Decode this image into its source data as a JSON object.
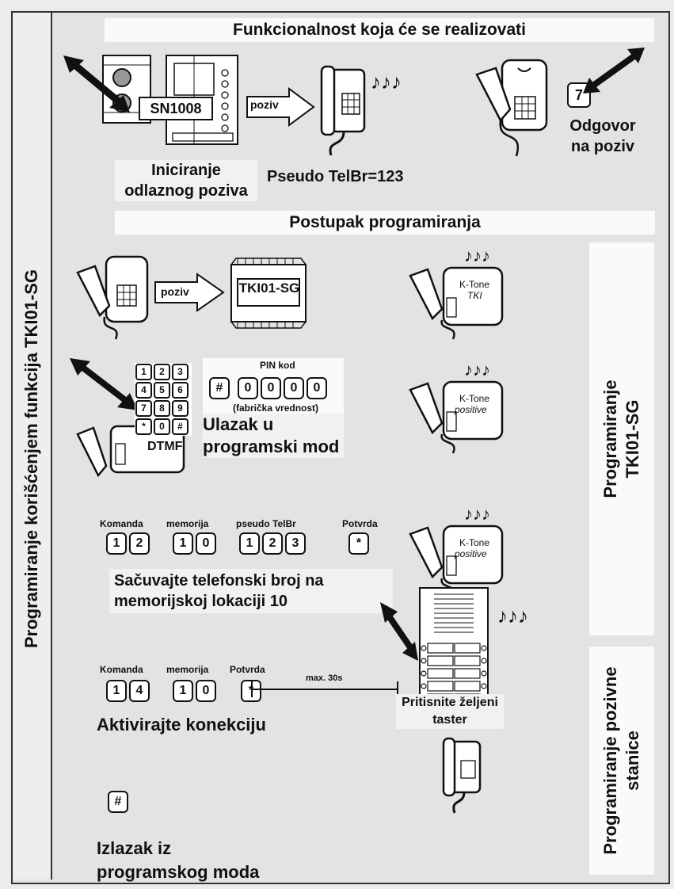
{
  "left_title": "Programiranje korišćenjem funkcija TKI01-SG",
  "section1_title": "Funkcionalnost koja će se realizovati",
  "section2_title": "Postupak programiranja",
  "device_code": "SN1008",
  "poziv_label": "poziv",
  "initiating_call": "Iniciranje odlaznog poziva",
  "pseudo_number": "Pseudo TelBr=123",
  "answer_key": "7",
  "answer_call": "Odgovor na poziv",
  "module_label": "TKI01-SG",
  "ktone_label": "K-Tone",
  "ktone_tki": "TKI",
  "ktone_positive": "positive",
  "pin_title": "PIN kod",
  "pin_hash": "#",
  "pin_keys": [
    "0",
    "0",
    "0",
    "0"
  ],
  "pin_note": "(fabrička vrednost)",
  "keypad_keys": [
    "1",
    "2",
    "3",
    "4",
    "5",
    "6",
    "7",
    "8",
    "9",
    "*",
    "0",
    "#"
  ],
  "dtmf_label": "DTMF",
  "enter_program_mode": "Ulazak u programski mod",
  "step3": {
    "labels": [
      "Komanda",
      "memorija",
      "pseudo TelBr",
      "Potvrda"
    ],
    "command": [
      "1",
      "2"
    ],
    "memory": [
      "1",
      "0"
    ],
    "pseudo": [
      "1",
      "2",
      "3"
    ],
    "confirm": [
      "*"
    ],
    "caption": "Sačuvajte telefonski broj na memorijskoj lokaciji 10"
  },
  "step4": {
    "labels": [
      "Komanda",
      "memorija",
      "Potvrda"
    ],
    "command": [
      "1",
      "4"
    ],
    "memory": [
      "1",
      "0"
    ],
    "confirm": [
      "*"
    ],
    "caption": "Aktivirajte konekciju"
  },
  "timer_label": "max. 30s",
  "press_button": "Pritisnite željeni taster",
  "exit_key": "#",
  "exit_program_mode": "Izlazak iz programskog moda",
  "side_label_1": "Programiranje TKI01-SG",
  "side_label_2": "Programiranje pozivne stanice"
}
